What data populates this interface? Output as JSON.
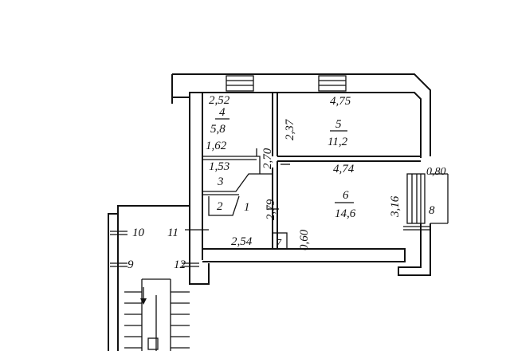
{
  "rooms": [
    {
      "number": "4",
      "area": "5,8"
    },
    {
      "number": "5",
      "area": "11,2"
    },
    {
      "number": "3",
      "area": ""
    },
    {
      "number": "6",
      "area": "14,6"
    },
    {
      "number": "2",
      "area": ""
    },
    {
      "number": "1",
      "area": ""
    },
    {
      "number": "7",
      "area": ""
    }
  ],
  "dimensions": {
    "d_252": "2,52",
    "d_475": "4,75",
    "d_237": "2,37",
    "d_162": "1,62",
    "d_270": "2,70",
    "d_153": "1,53",
    "d_474": "4,74",
    "d_080": "0,80",
    "d_279": "2,79",
    "d_316": "3,16",
    "d_254": "2,54",
    "d_060": "0,60"
  },
  "markers": {
    "m8": "8",
    "m10": "10",
    "m11": "11",
    "m9": "9",
    "m12": "12"
  }
}
